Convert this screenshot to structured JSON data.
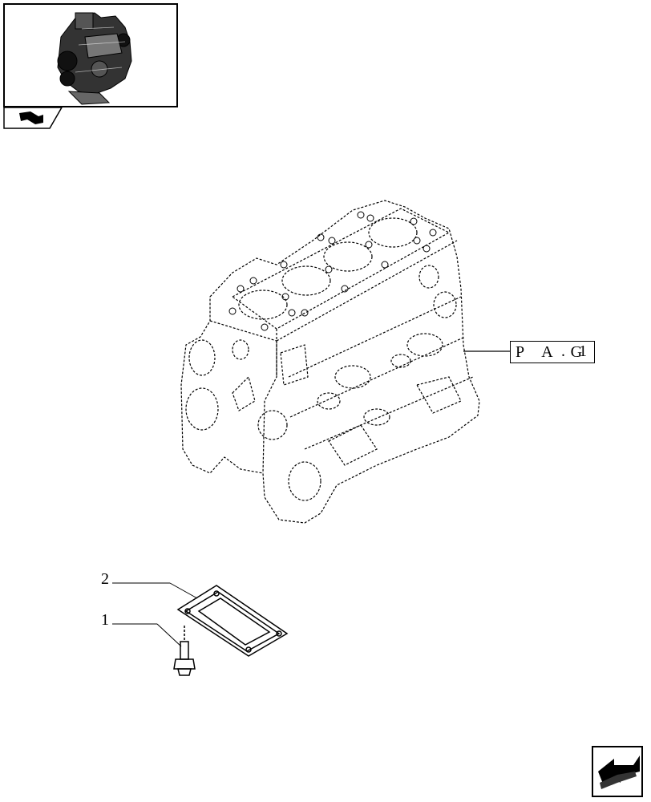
{
  "diagram": {
    "reference": {
      "box_text": "P A G",
      "suffix_text": ". 1"
    },
    "callouts": [
      {
        "label": "2",
        "part": "gasket"
      },
      {
        "label": "1",
        "part": "screw"
      }
    ]
  },
  "navigation": {
    "thumbnail_icon": "engine-thumbnail",
    "tab_icon": "book-arrow-icon",
    "next_icon": "next-page-arrow-icon"
  }
}
